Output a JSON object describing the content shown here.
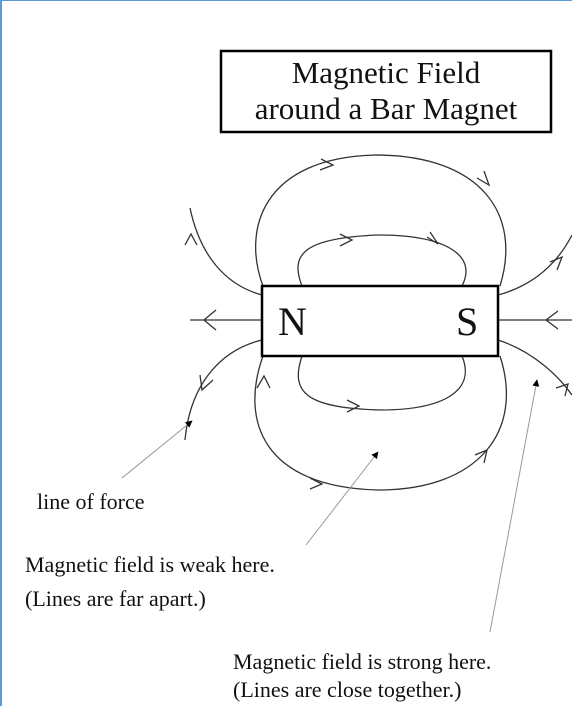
{
  "title": {
    "line1": "Magnetic Field",
    "line2": "around a Bar Magnet"
  },
  "magnet": {
    "north_label": "N",
    "south_label": "S"
  },
  "annotations": {
    "line_of_force": "line of force",
    "weak_line1": "Magnetic field is weak here.",
    "weak_line2": "(Lines are far apart.)",
    "strong_line1": "Magnetic field is strong here.",
    "strong_line2": "(Lines are close together.)"
  },
  "colors": {
    "frame": "#5b9bd5",
    "ink": "#111111"
  }
}
